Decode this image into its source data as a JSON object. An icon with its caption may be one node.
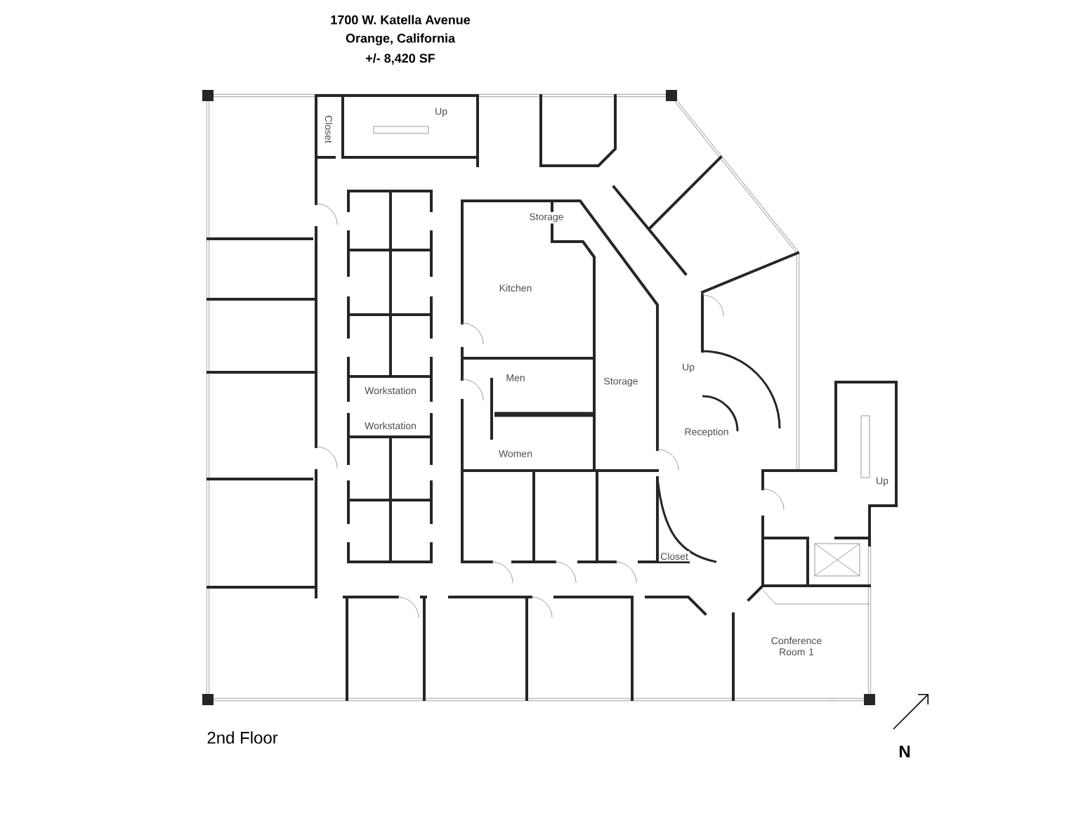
{
  "diagram": {
    "title": "1700 W. Katella Avenue",
    "caption": "2nd Floor",
    "labels": [
      "Orange, California",
      "+/- 8,420 SF",
      "Closet",
      "Up",
      "Storage",
      "Kitchen",
      "Up",
      "Workstation",
      "Men",
      "Storage",
      "Workstation",
      "Reception",
      "Women",
      "Up",
      "Closet",
      "Conference Room 1",
      "N"
    ]
  }
}
